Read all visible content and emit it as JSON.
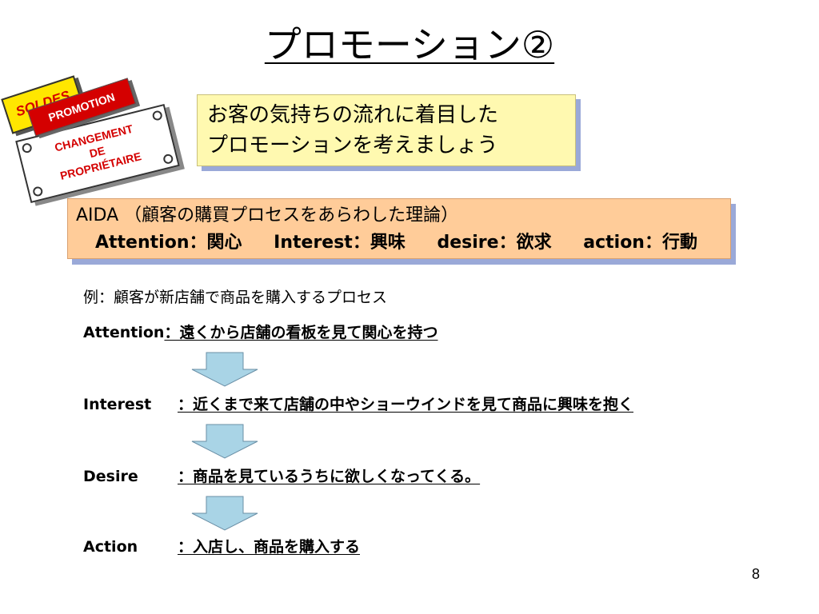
{
  "title": "プロモーション②",
  "signs": {
    "soldes": "SOLDES",
    "promotion": "PROMOTION",
    "changement": [
      "CHANGEMENT",
      "DE",
      "PROPRIÉTAIRE"
    ]
  },
  "intro": {
    "line1": "お客の気持ちの流れに着目した",
    "line2": "プロモーションを考えましょう"
  },
  "aida": {
    "heading": "AIDA （顧客の購買プロセスをあらわした理論）",
    "items": [
      "Attention：関心",
      "Interest：興味",
      "desire：欲求",
      "action：行動"
    ]
  },
  "example": "例：顧客が新店舗で商品を購入するプロセス",
  "stages": [
    {
      "label": "Attention",
      "text": "：遠くから店舗の看板を見て関心を持つ"
    },
    {
      "label": "Interest",
      "text": "：近くまで来て店舗の中やショーウインドを見て商品に興味を抱く"
    },
    {
      "label": "Desire",
      "text": "：商品を見ているうちに欲しくなってくる。"
    },
    {
      "label": "Action",
      "text": "：入店し、商品を購入する"
    }
  ],
  "page_number": "8",
  "colors": {
    "intro_bg": "#fff9b0",
    "aida_bg": "#ffcc99",
    "shadow": "#9aa9d8",
    "arrow_fill": "#a9d4e6",
    "sign_red": "#d40000",
    "sign_yellow": "#ffe600"
  }
}
